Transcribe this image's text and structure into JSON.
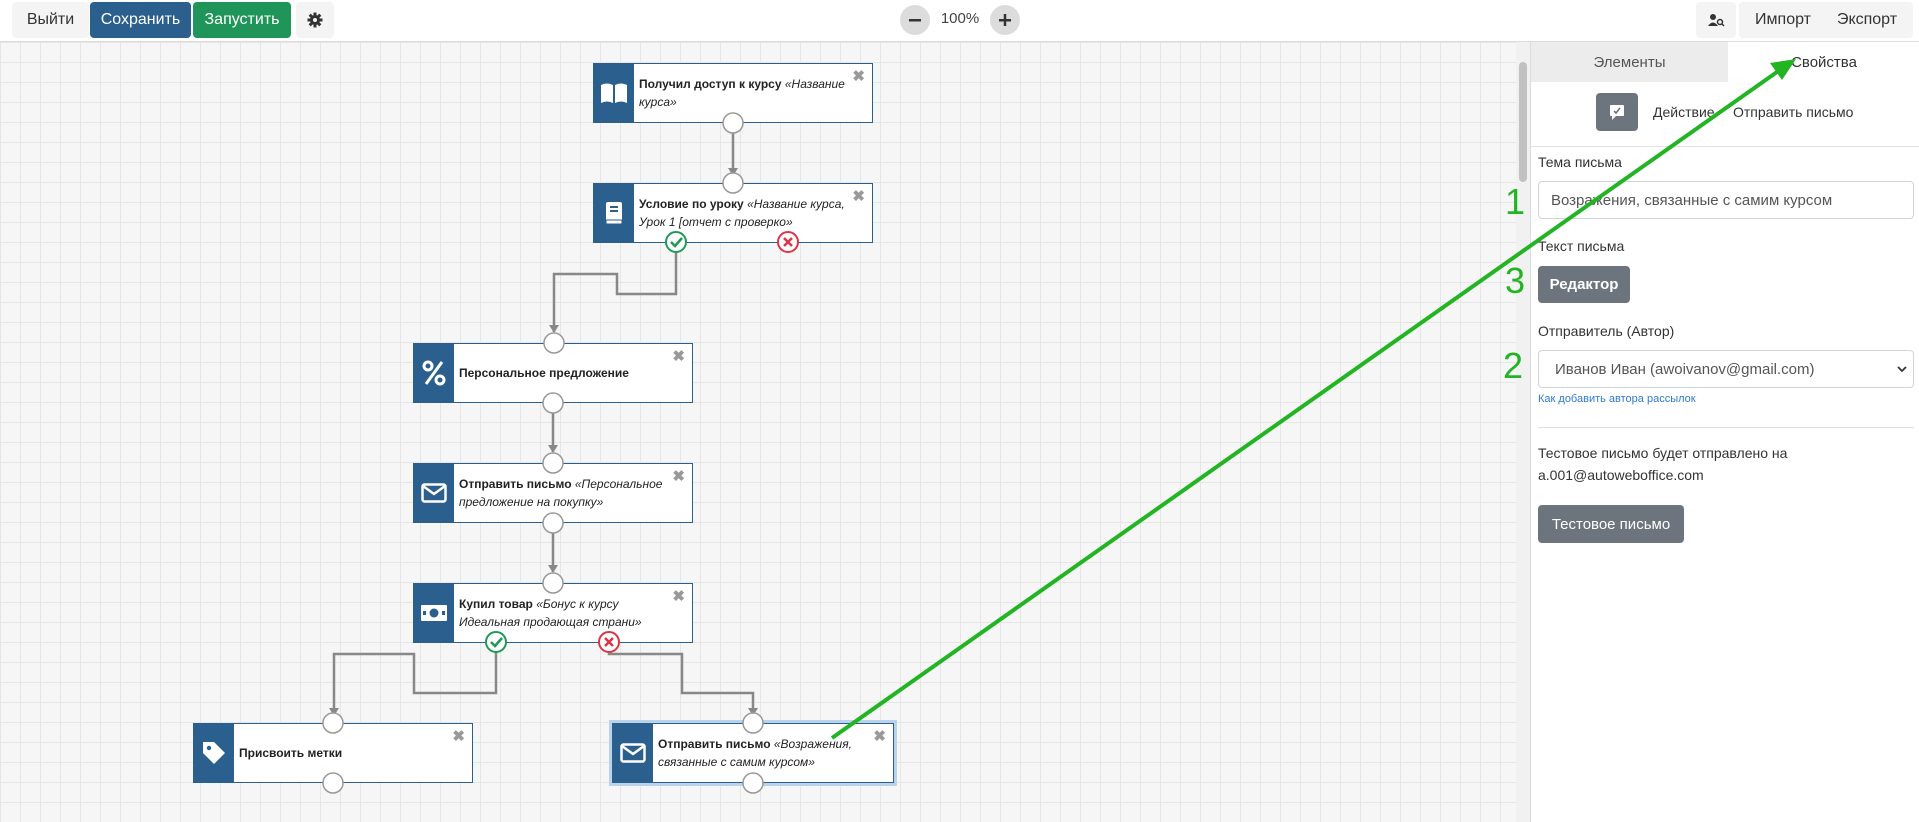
{
  "toolbar": {
    "exit_label": "Выйти",
    "save_label": "Сохранить",
    "run_label": "Запустить",
    "zoom_label": "100%",
    "import_label": "Импорт",
    "export_label": "Экспорт"
  },
  "nodes": [
    {
      "title": "Получил доступ к курсу",
      "sub": "«Название курса»",
      "icon": "book-open-icon"
    },
    {
      "title": "Условие по уроку",
      "sub": "«Название курса, Урок 1 [отчет с проверко»",
      "icon": "book-icon"
    },
    {
      "title": "Персональное предложение",
      "sub": "",
      "icon": "percent-icon"
    },
    {
      "title": "Отправить письмо",
      "sub": "«Персональное предложение на покупку»",
      "icon": "envelope-icon"
    },
    {
      "title": "Купил товар",
      "sub": "«Бонус к курсу Идеальная продающая страни»",
      "icon": "money-icon"
    },
    {
      "title": "Присвоить метки",
      "sub": "",
      "icon": "tag-icon"
    },
    {
      "title": "Отправить письмо",
      "sub": "«Возражения, связанные с самим курсом»",
      "icon": "envelope-icon"
    }
  ],
  "panel": {
    "tabs": [
      "Элементы",
      "Свойства"
    ],
    "action_label": "Действие",
    "action_value": "Отправить письмо",
    "subject_label": "Тема письма",
    "subject_value": "Возражения, связанные с самим курсом",
    "body_label": "Текст письма",
    "editor_label": "Редактор",
    "sender_label": "Отправитель (Автор)",
    "sender_value": "Иванов Иван (awoivanov@gmail.com)",
    "sender_help_link": "Как добавить автора рассылок",
    "test_note_line1": "Тестовое письмо будет отправлено на",
    "test_note_line2": "a.001@autoweboffice.com",
    "test_button": "Тестовое письмо"
  },
  "annotations": {
    "marker1": "1",
    "marker2": "2",
    "marker3": "3",
    "arrow_color": "#22b422"
  },
  "colors": {
    "node_blue": "#2b5f8d",
    "run_green": "#1f9559",
    "yes_green": "#1e9a57",
    "no_red": "#dc3545"
  }
}
